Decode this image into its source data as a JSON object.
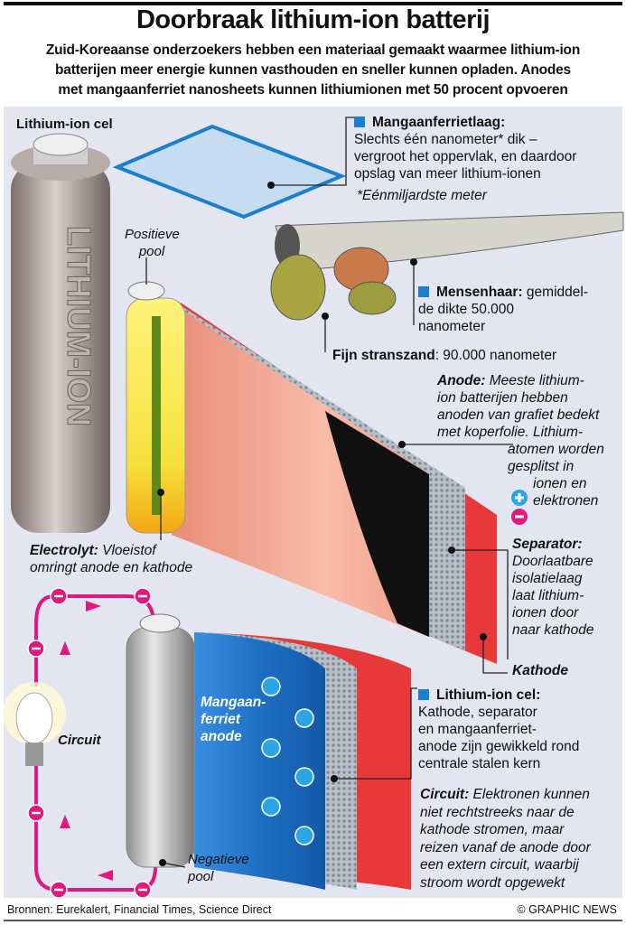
{
  "header": {
    "title": "Doorbraak lithium-ion batterij",
    "subtitle": [
      "Zuid-Koreaanse onderzoekers hebben een materiaal gemaakt waarmee lithium-ion",
      "batterijen meer energie kunnen vasthouden en sneller kunnen opladen. Anodes",
      "met mangaanferriet nanosheets kunnen lithiumionen met 50 procent opvoeren"
    ]
  },
  "labels": {
    "cell_title": "Lithium-ion cel",
    "battery_text": "LITHIUM-ION",
    "mangaan_title": "Mangaanferrietlaag:",
    "mangaan_text": [
      "Slechts één nanometer* dik –",
      "vergroot het oppervlak, en daardoor",
      "opslag van meer lithium-ionen"
    ],
    "footnote": "*Eénmiljardste meter",
    "haar_title": "Mensenhaar:",
    "haar_text": [
      " gemiddel-",
      "de  dikte 50.000",
      "nanometer"
    ],
    "zand_title": "Fijn stranszand",
    "zand_text": ": 90.000 nanometer",
    "pos_pool": [
      "Positieve",
      "pool"
    ],
    "anode_title": "Anode:",
    "anode_text": [
      " Meeste lithium-",
      "ion batterijen hebben",
      "anoden van grafiet bedekt",
      "met koperfolie. Lithium-"
    ],
    "anode_text2": [
      "atomen worden",
      "gesplitst in"
    ],
    "ionen": "ionen en",
    "elektronen": "elektronen",
    "separator_title": "Separator:",
    "separator_text": [
      "Doorlaatbare",
      "isolatielaag",
      "laat lithium-",
      "ionen door",
      "naar kathode"
    ],
    "kathode": "Kathode",
    "electrolyt_title": "Electrolyt:",
    "electrolyt_text": [
      " Vloeistof",
      "omringt anode en kathode"
    ],
    "circuit_label": "Circuit",
    "anode_label": [
      "Mangaan-",
      "ferriet",
      "anode"
    ],
    "neg_pool": [
      "Negatieve",
      "pool"
    ],
    "cel_title": "Lithium-ion cel:",
    "cel_text": [
      "Kathode, separator",
      "en mangaanferriet-",
      "anode zijn gewikkeld rond",
      "centrale stalen kern"
    ],
    "circuit_title": "Circuit:",
    "circuit_text": [
      " Elektronen kunnen",
      "niet rechtstreeks naar de",
      "kathode stromen, maar",
      "reizen vanaf de anode door",
      "een extern circuit, waarbij",
      "stroom wordt opgewekt"
    ]
  },
  "footer": {
    "sources": "Bronnen: Eurekalert, Financial Times, Science Direct",
    "credit": "© GRAPHIC NEWS"
  },
  "colors": {
    "accent": "#1b7fcf",
    "magenta": "#e0187f",
    "panel": "#e3e5f1",
    "copper": "#f2a48e",
    "kathode": "#e8393a",
    "anode_blue": "#1d6fc4"
  }
}
